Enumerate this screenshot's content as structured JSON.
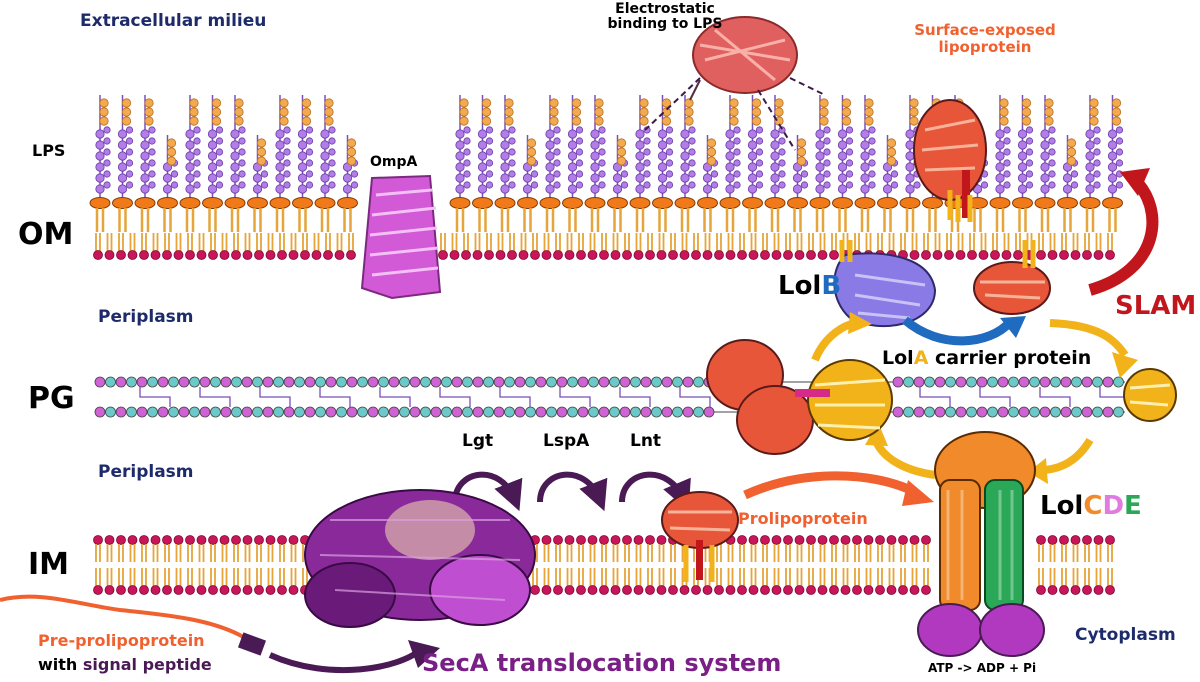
{
  "regions": {
    "extracellular": "Extracellular milieu",
    "periplasm_top": "Periplasm",
    "periplasm_bottom": "Periplasm",
    "cytoplasm": "Cytoplasm"
  },
  "membranes": {
    "om": "OM",
    "pg": "PG",
    "im": "IM"
  },
  "labels": {
    "lps": "LPS",
    "ompa": "OmpA",
    "electrostatic_line1": "Electrostatic",
    "electrostatic_line2": "binding to LPS",
    "surface_line1": "Surface-exposed",
    "surface_line2": "lipoprotein",
    "lolb_prefix": "Lol",
    "lolb_suffix": "B",
    "lola_prefix": "Lol",
    "lola_suffix": "A",
    "lola_rest": " carrier protein",
    "slam": "SLAM",
    "lgt": "Lgt",
    "lspa": "LspA",
    "lnt": "Lnt",
    "prolipoprotein": "Prolipoprotein",
    "lolcde_prefix": "Lol",
    "lolcde_c": "C",
    "lolcde_d": "D",
    "lolcde_e": "E",
    "pre_line1": "Pre-prolipoprotein",
    "pre_with": "with ",
    "pre_signal": "signal peptide",
    "seca": "SecA translocation system",
    "atp": "ATP -> ADP + Pi"
  },
  "colors": {
    "region_text": "#1d2b6b",
    "lps_core": "#f3a94f",
    "lps_oantigen": "#b27de6",
    "lipid_head": "#c9155a",
    "lipid_tail": "#e6a43a",
    "om_lps_head": "#f07a1a",
    "pg_glycan_a": "#d062d6",
    "pg_glycan_b": "#6cc9c9",
    "lolb": "#8a7ae6",
    "lola": "#f2b21a",
    "lolc": "#f08a2a",
    "lold": "#e07be0",
    "lole": "#2aa857",
    "slam": "#c2161d",
    "seca": "#7a1f86",
    "prolipoprotein": "#f0612f",
    "blue_arrow": "#1e6bc0",
    "ompa": "#d35ad6"
  }
}
